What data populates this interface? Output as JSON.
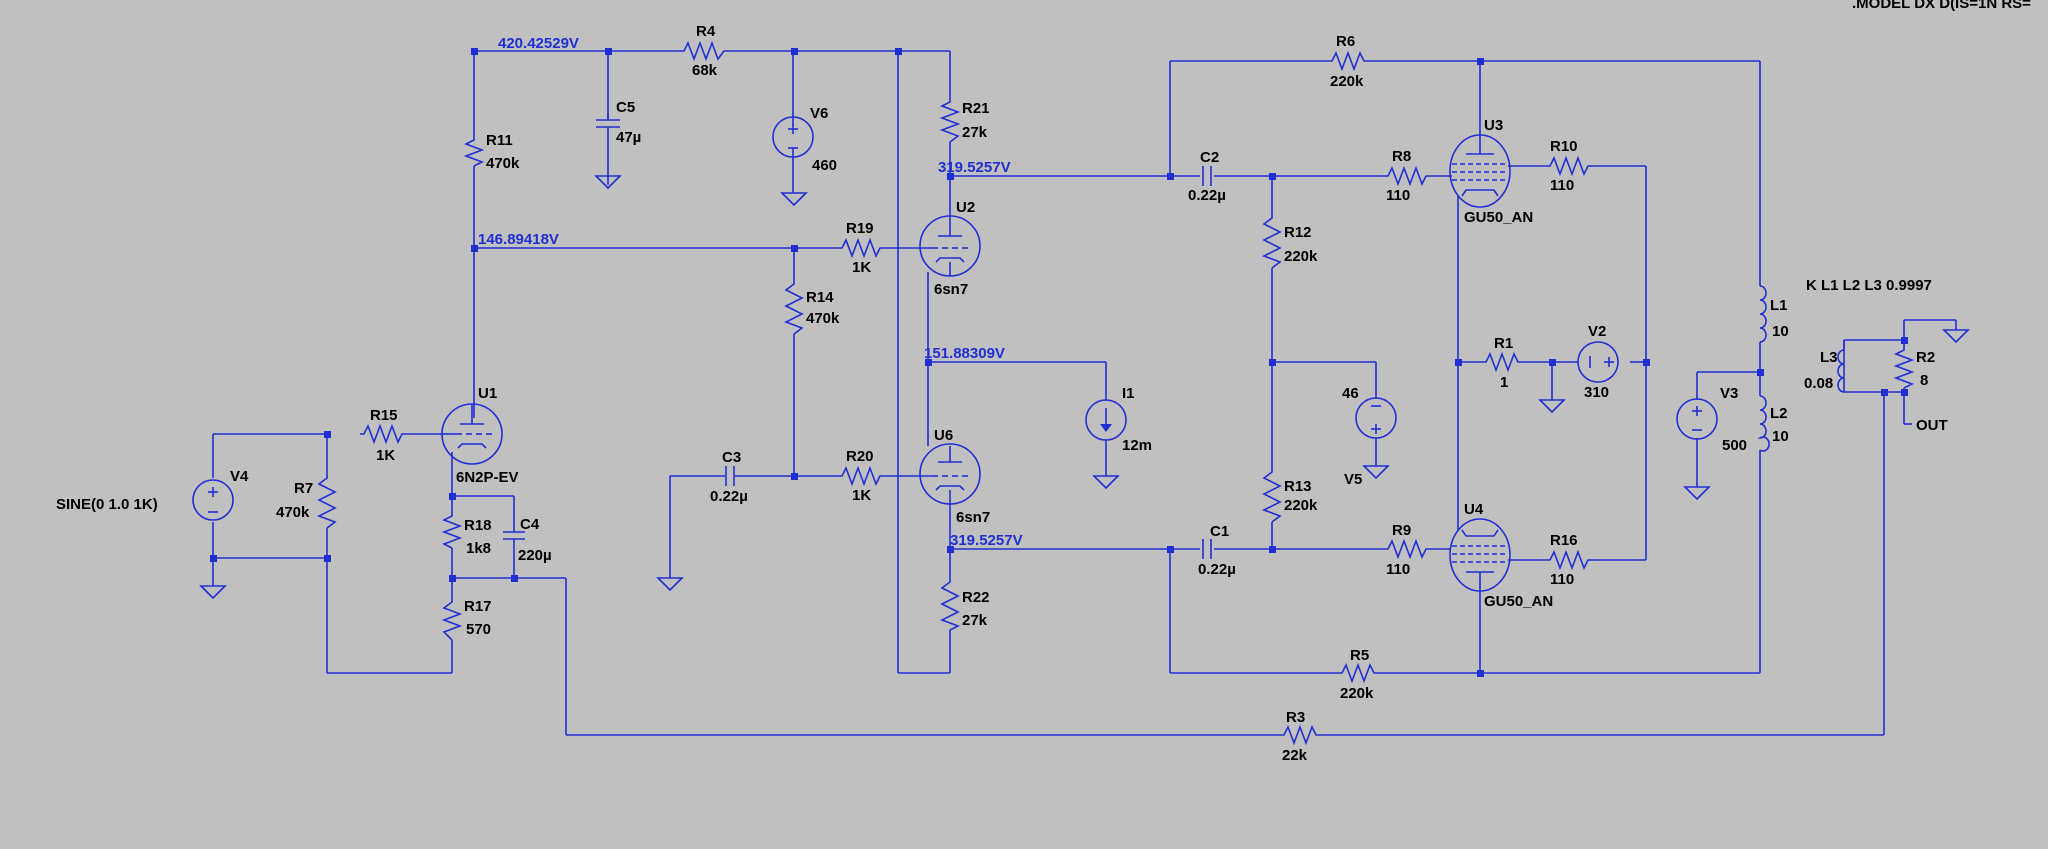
{
  "directive": ".MODEL DX D(IS=1N RS=",
  "coupling": "K L1 L2 L3 0.9997",
  "voltages": {
    "n420": "420.42529V",
    "n146": "146.89418V",
    "n319a": "319.5257V",
    "n151": "151.88309V",
    "n319b": "319.5257V"
  },
  "components": {
    "R4": {
      "name": "R4",
      "value": "68k"
    },
    "C5": {
      "name": "C5",
      "value": "47µ"
    },
    "V6": {
      "name": "V6",
      "value": "460"
    },
    "R11": {
      "name": "R11",
      "value": "470k"
    },
    "R21": {
      "name": "R21",
      "value": "27k"
    },
    "R6": {
      "name": "R6",
      "value": "220k"
    },
    "U3": {
      "name": "U3",
      "value": "GU50_AN"
    },
    "R10": {
      "name": "R10",
      "value": "110"
    },
    "C2": {
      "name": "C2",
      "value": "0.22µ"
    },
    "R8": {
      "name": "R8",
      "value": "110"
    },
    "U2": {
      "name": "U2",
      "value": "6sn7"
    },
    "R19": {
      "name": "R19",
      "value": "1K"
    },
    "R12": {
      "name": "R12",
      "value": "220k"
    },
    "R14": {
      "name": "R14",
      "value": "470k"
    },
    "L1": {
      "name": "L1",
      "value": "10"
    },
    "L3": {
      "name": "L3",
      "value": "0.08"
    },
    "R2": {
      "name": "R2",
      "value": "8"
    },
    "R1": {
      "name": "R1",
      "value": "1"
    },
    "V2": {
      "name": "V2",
      "value": "310"
    },
    "I1": {
      "name": "I1",
      "value": "12m"
    },
    "V5": {
      "name": "V5",
      "value": "46"
    },
    "V3": {
      "name": "V3",
      "value": "500"
    },
    "L2": {
      "name": "L2",
      "value": "10"
    },
    "U1": {
      "name": "U1",
      "value": "6N2P-EV"
    },
    "R15": {
      "name": "R15",
      "value": "1K"
    },
    "V4": {
      "name": "V4",
      "value": "SINE(0 1.0 1K)"
    },
    "R7": {
      "name": "R7",
      "value": "470k"
    },
    "U6": {
      "name": "U6",
      "value": "6sn7"
    },
    "C3": {
      "name": "C3",
      "value": "0.22µ"
    },
    "R20": {
      "name": "R20",
      "value": "1K"
    },
    "R18": {
      "name": "R18",
      "value": "1k8"
    },
    "C4": {
      "name": "C4",
      "value": "220µ"
    },
    "R13": {
      "name": "R13",
      "value": "220k"
    },
    "U4": {
      "name": "U4",
      "value": "GU50_AN"
    },
    "R16": {
      "name": "R16",
      "value": "110"
    },
    "C1": {
      "name": "C1",
      "value": "0.22µ"
    },
    "R9": {
      "name": "R9",
      "value": "110"
    },
    "R17": {
      "name": "R17",
      "value": "570"
    },
    "R22": {
      "name": "R22",
      "value": "27k"
    },
    "R5": {
      "name": "R5",
      "value": "220k"
    },
    "R3": {
      "name": "R3",
      "value": "22k"
    }
  },
  "out_label": "OUT",
  "colors": {
    "wire": "#1f2fd4",
    "background": "#c0c0c0",
    "text": "#000000"
  }
}
